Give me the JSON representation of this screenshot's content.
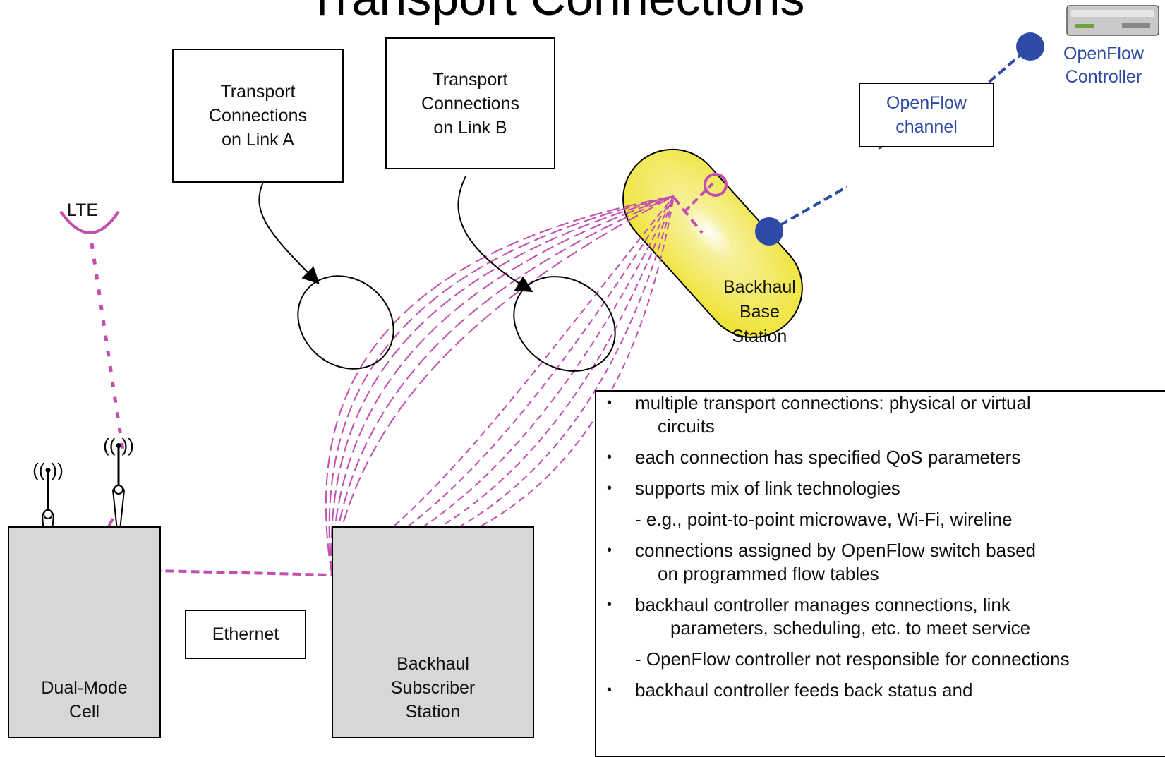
{
  "title": "Transport Connections",
  "boxes": {
    "link_a": "Transport\nConnections\non Link A",
    "link_b": "Transport\nConnections\non Link B",
    "openflow_channel": "OpenFlow\nchannel",
    "ethernet": "Ethernet",
    "dual_mode_cell": "Dual-Mode\nCell",
    "subscriber_station": "Backhaul\nSubscriber\nStation",
    "base_station": "Backhaul\nBase\nStation"
  },
  "labels": {
    "lte": "LTE",
    "openflow_controller": "OpenFlow\nController"
  },
  "bullets": [
    {
      "main": "multiple transport connections: physical or virtual",
      "cont": "circuits"
    },
    {
      "main": "each connection has specified QoS parameters",
      "cont": ""
    },
    {
      "main": "supports mix of link technologies",
      "cont": ""
    },
    {
      "sub": "- e.g., point-to-point microwave, Wi-Fi, wireline"
    },
    {
      "main": "connections assigned by OpenFlow switch based",
      "cont": "on programmed flow tables"
    },
    {
      "main": "backhaul controller manages connections, link",
      "cont": "parameters, scheduling, etc. to meet service"
    },
    {
      "sub": "- OpenFlow controller not responsible for connections"
    },
    {
      "main": "backhaul controller feeds back status and",
      "cont": ""
    }
  ],
  "colors": {
    "magenta": "#c24fb0",
    "blue": "#2c4aa6",
    "yellow": "#f3ea3c",
    "gray_box": "#d7d7d7"
  }
}
